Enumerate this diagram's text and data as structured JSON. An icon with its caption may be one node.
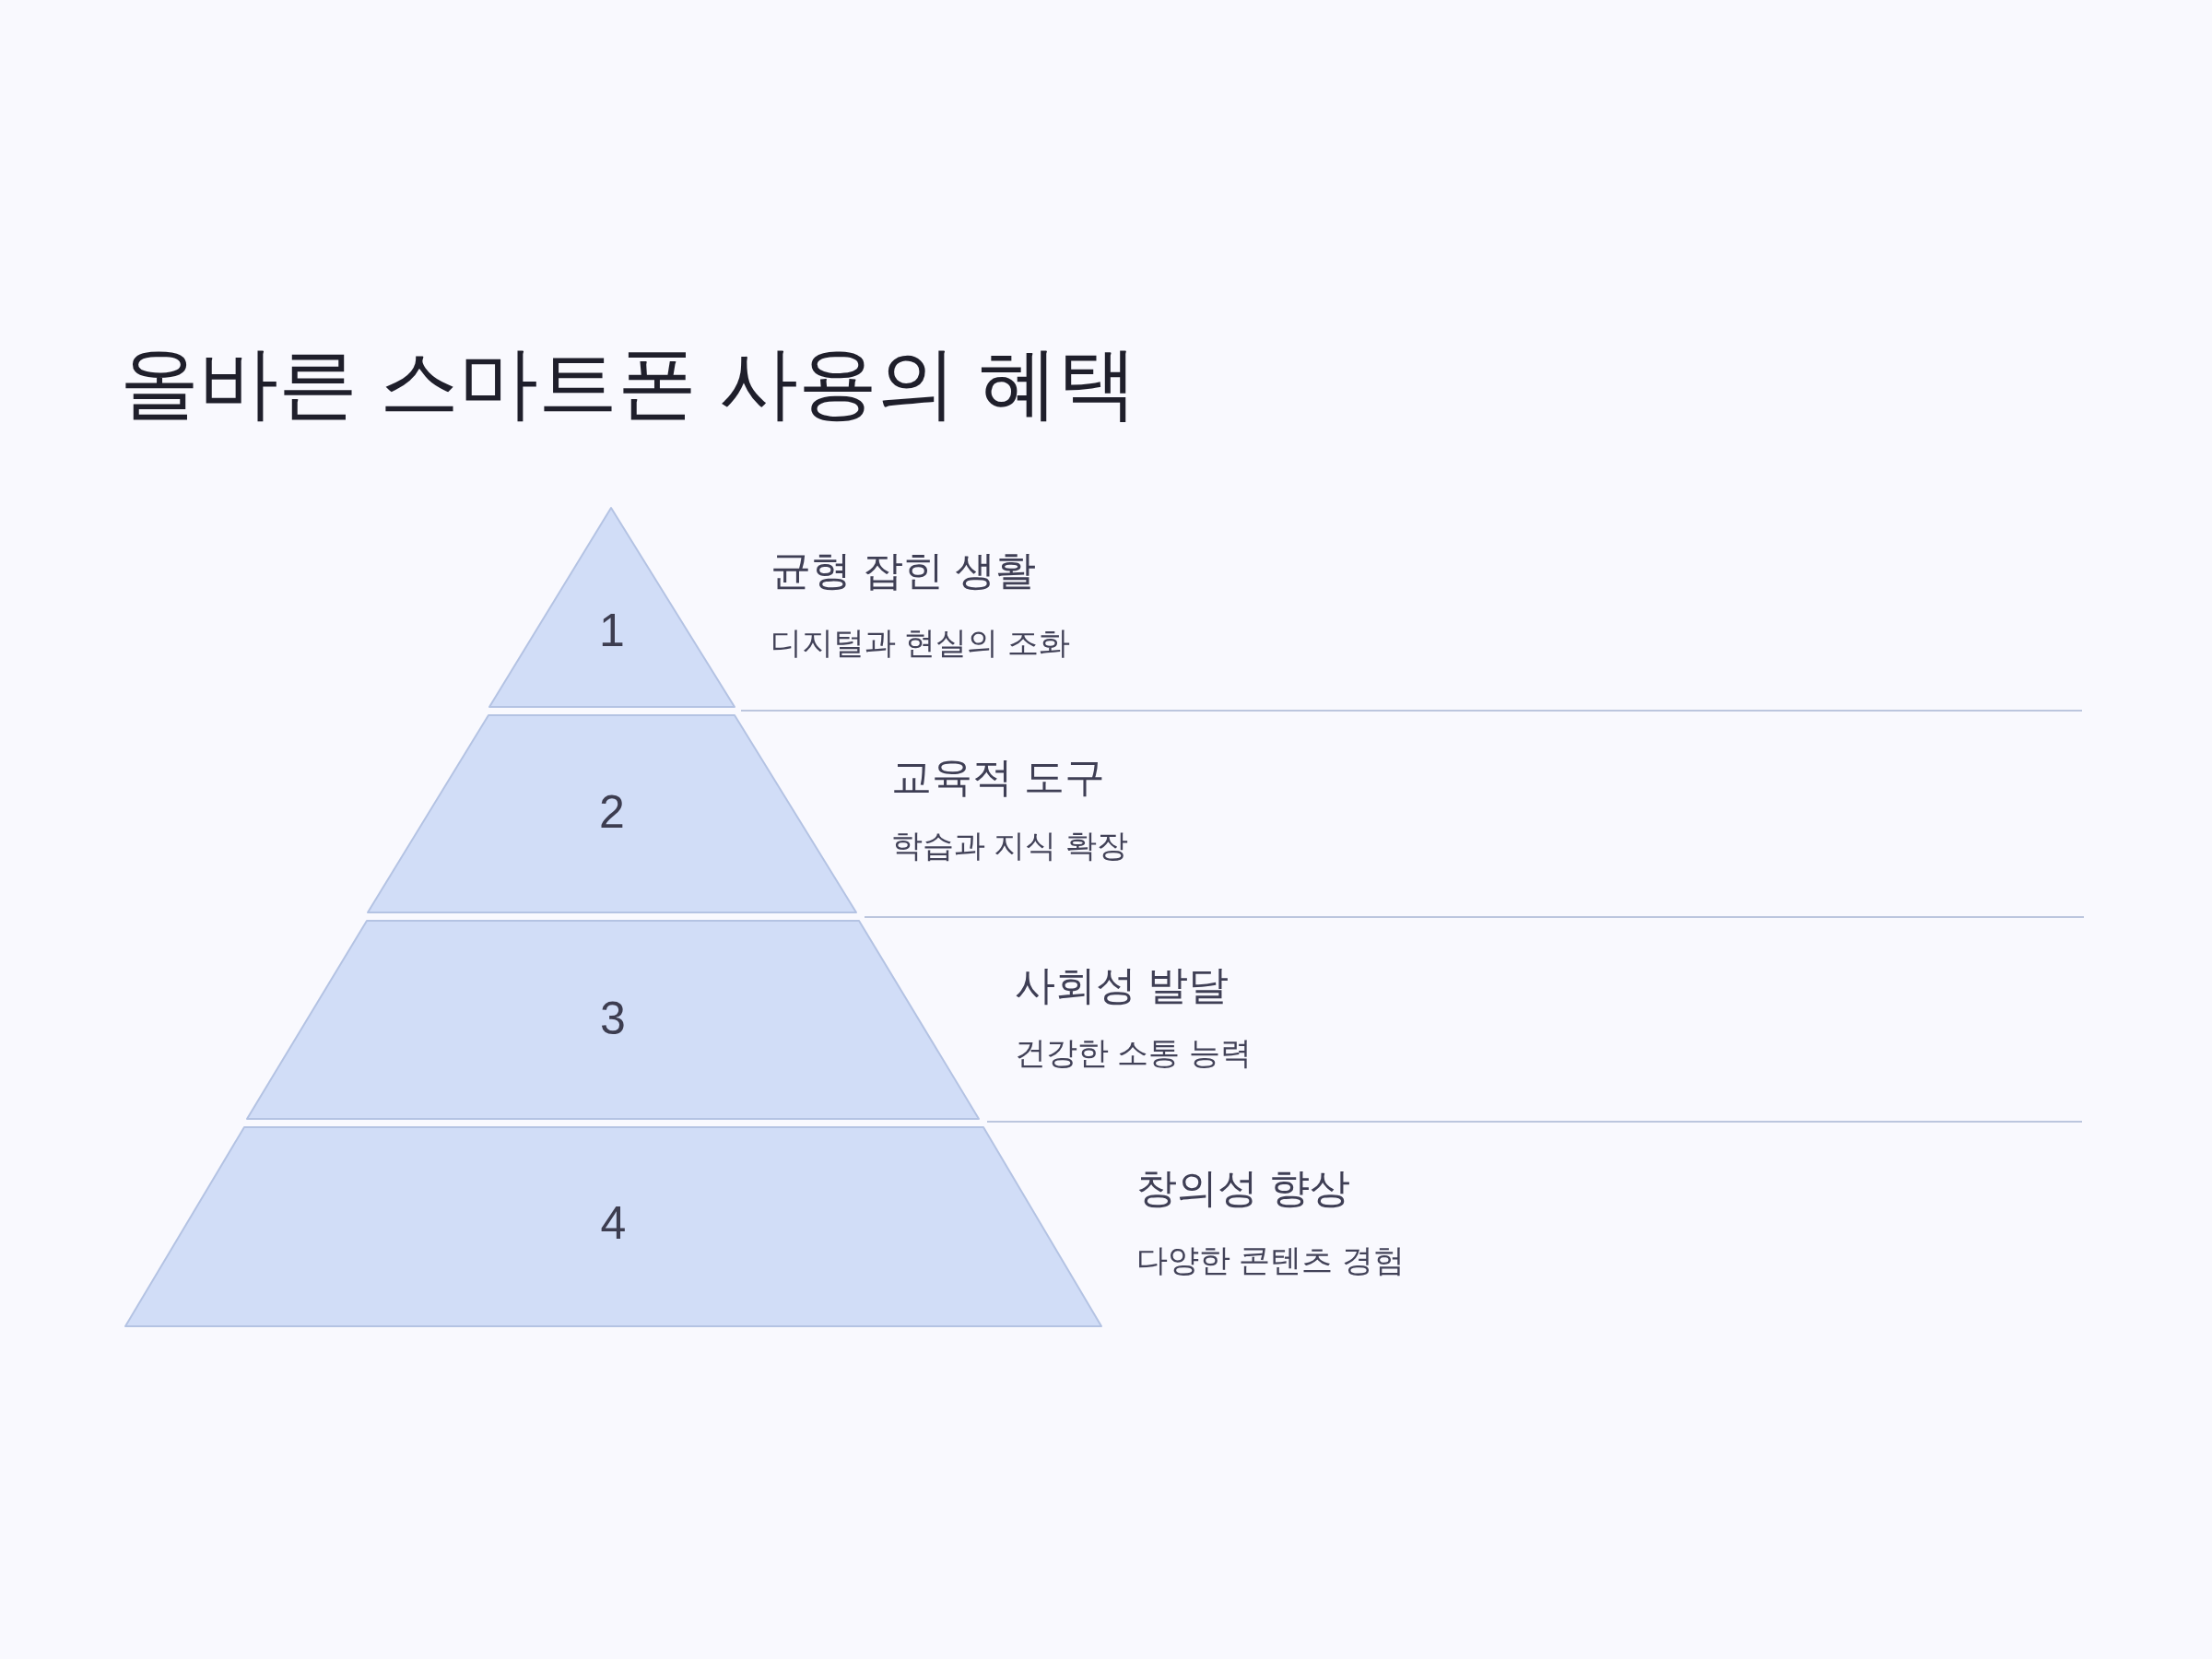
{
  "diagram": {
    "title": "올바른 스마트폰 사용의 혜택",
    "nodes": [
      {
        "text": [
          "1"
        ],
        "beside": [
          "균형 잡힌 생활",
          "디지털과 현실의 조화"
        ]
      },
      {
        "text": [
          "2"
        ],
        "beside": [
          "교육적 도구",
          "학습과 지식 확장"
        ]
      },
      {
        "text": [
          "3"
        ],
        "beside": [
          "사회성 발달",
          "건강한 소통 능력"
        ]
      },
      {
        "text": [
          "4"
        ],
        "beside": [
          "창의성 향상",
          "다양한 콘텐츠 경험"
        ]
      }
    ]
  }
}
